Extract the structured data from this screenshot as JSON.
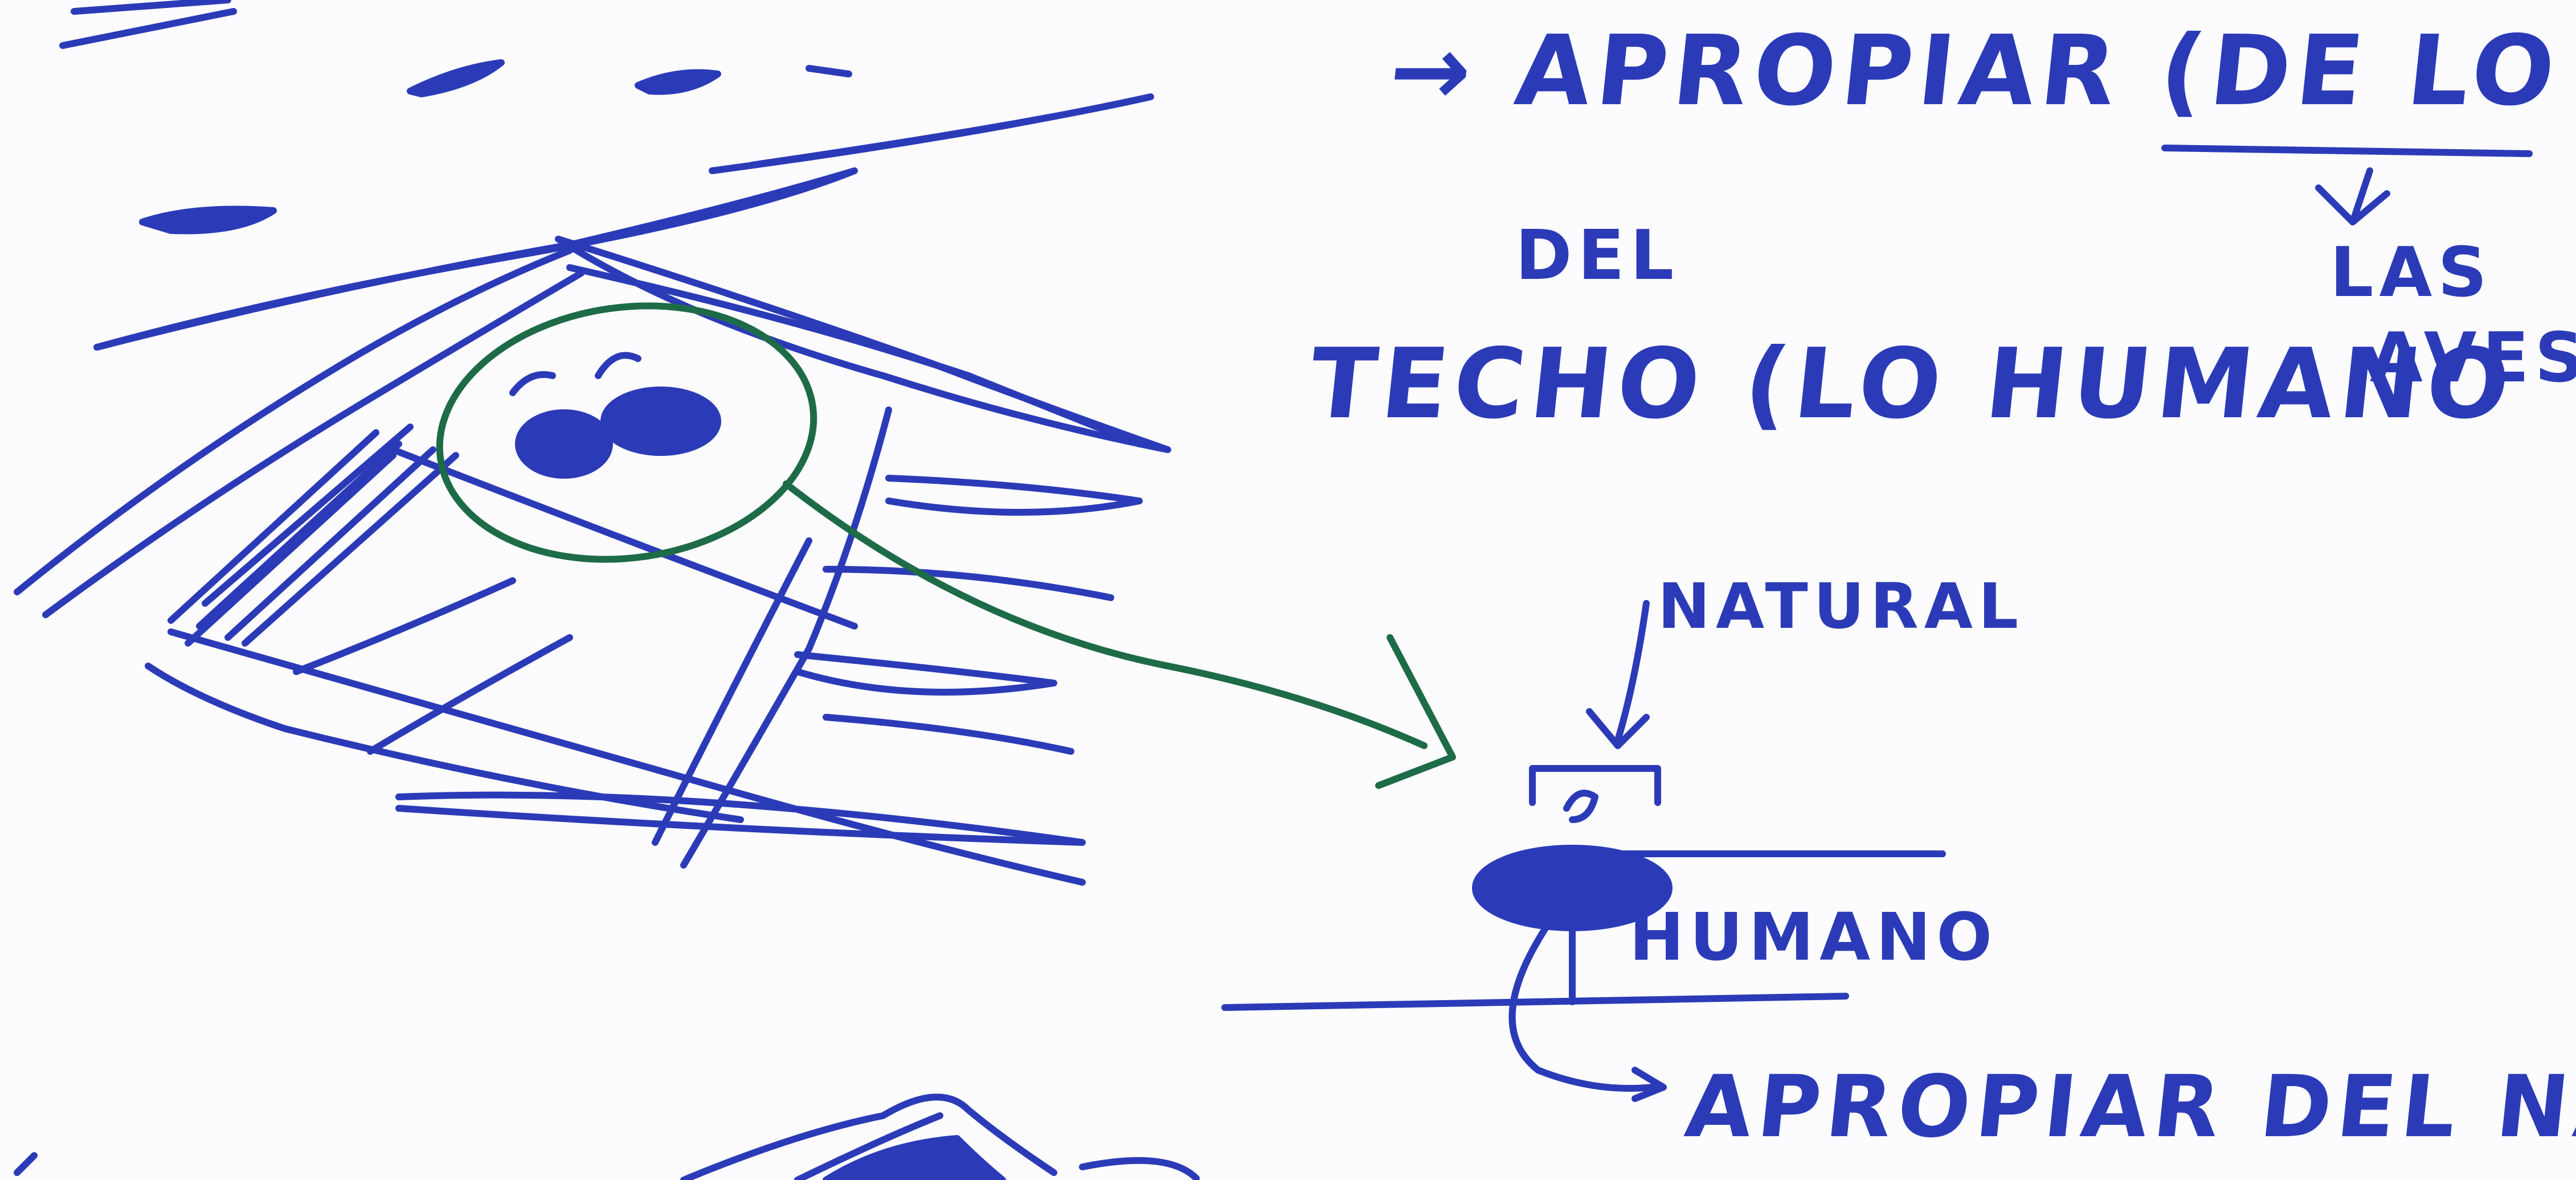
{
  "sketch": {
    "ink_color": "#2b3bb8",
    "highlight_color": "#1e6b48",
    "paper_color": "#fcfcfe",
    "subject": "Hand-drawn concept sketch of a roof with birds perched on it"
  },
  "notes": {
    "top_line": "→ APROPIAR (DE LO NATURAL)",
    "del": "DEL",
    "techo": "TECHO (LO HUMANO",
    "las": "LAS",
    "aves": "AVES",
    "natural_label": "NATURAL",
    "humano_label": "HUMANO",
    "bottom_line": "APROPIAR DEL NATURAL"
  }
}
